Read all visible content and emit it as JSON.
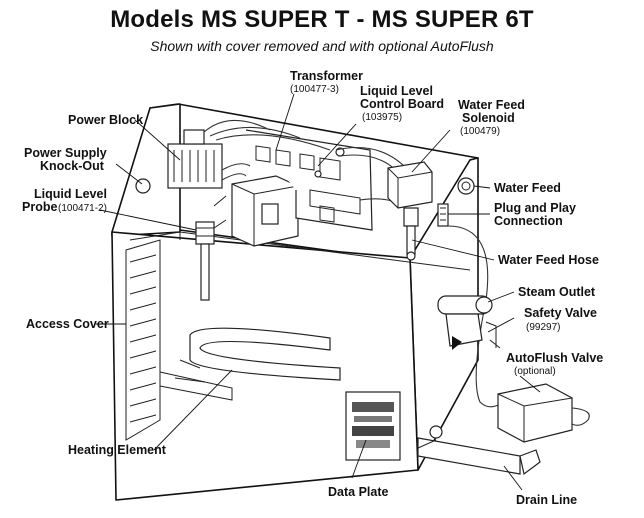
{
  "title": "Models MS SUPER T - MS SUPER 6T",
  "subtitle": "Shown with cover removed and with optional AutoFlush",
  "labels": {
    "transformer": "Transformer",
    "transformer_pn": "(100477-3)",
    "liquid_level_board_1": "Liquid Level",
    "liquid_level_board_2": "Control Board",
    "liquid_level_board_pn": "(103975)",
    "water_feed_solenoid_1": "Water Feed",
    "water_feed_solenoid_2": "Solenoid",
    "water_feed_solenoid_pn": "(100479)",
    "power_block": "Power Block",
    "power_supply_1": "Power Supply",
    "power_supply_2": "Knock-Out",
    "liquid_level_probe_1": "Liquid Level",
    "liquid_level_probe_2": "Probe",
    "liquid_level_probe_pn": "(100471-2)",
    "water_feed": "Water Feed",
    "plug_play_1": "Plug and Play",
    "plug_play_2": "Connection",
    "water_feed_hose": "Water Feed Hose",
    "steam_outlet": "Steam Outlet",
    "safety_valve": "Safety Valve",
    "safety_valve_pn": "(99297)",
    "access_cover": "Access Cover",
    "autoflush_valve": "AutoFlush Valve",
    "autoflush_optional": "(optional)",
    "heating_element": "Heating Element",
    "data_plate": "Data Plate",
    "drain_line": "Drain Line"
  }
}
